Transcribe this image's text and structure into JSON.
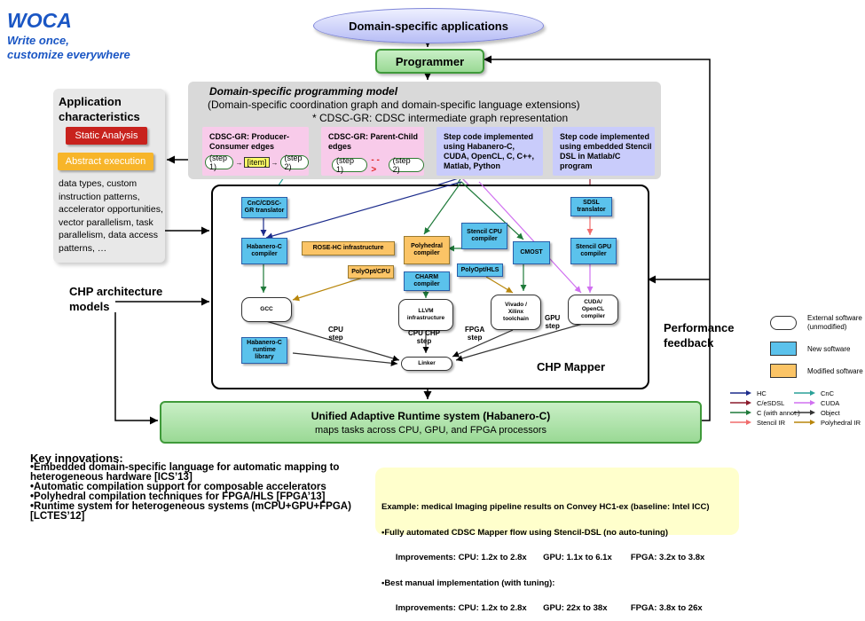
{
  "header": {
    "title": "WOCA",
    "subtitle_line1": "Write once,",
    "subtitle_line2": "customize everywhere"
  },
  "top": {
    "domain_apps": "Domain-specific applications",
    "programmer": "Programmer"
  },
  "programming_model": {
    "title": "Domain-specific programming model",
    "subtitle": "(Domain-specific coordination graph and domain-specific language extensions)",
    "note": "* CDSC-GR: CDSC intermediate graph representation",
    "boxes": [
      {
        "title_l1": "CDSC-GR: Producer-",
        "title_l2": "Consumer edges",
        "step1": "(step 1)",
        "item": "[item]",
        "step2": "(step 2)"
      },
      {
        "title_l1": "CDSC-GR: Parent-Child",
        "title_l2": "edges",
        "step1": "(step 1)",
        "step2": "(step 2)"
      },
      {
        "l1": "Step code implemented",
        "l2": "using Habanero-C,",
        "l3": "CUDA, OpenCL, C, C++,",
        "l4": "Matlab, Python"
      },
      {
        "l1": "Step code implemented",
        "l2": "using embedded Stencil",
        "l3": "DSL in Matlab/C program"
      }
    ]
  },
  "app_characteristics": {
    "title_l1": "Application",
    "title_l2": "characteristics",
    "static_analysis": "Static Analysis",
    "abstract_execution": "Abstract execution",
    "lines": [
      "data types, custom",
      "instruction patterns,",
      "accelerator opportunities,",
      "vector parallelism, task",
      "parallelism, data access",
      "patterns, …"
    ]
  },
  "mapper": {
    "title": "CHP Mapper",
    "cnc_translator_l1": "CnC/CDSC-",
    "cnc_translator_l2": "GR translator",
    "hc_compiler_l1": "Habanero-C",
    "hc_compiler_l2": "compiler",
    "rose": "ROSE-HC infrastructure",
    "polyhedral_l1": "Polyhedral",
    "polyhedral_l2": "compiler",
    "stencil_cpu_l1": "Stencil CPU",
    "stencil_cpu_l2": "compiler",
    "sdsl_l1": "SDSL",
    "sdsl_l2": "translator",
    "stencil_gpu_l1": "Stencil GPU",
    "stencil_gpu_l2": "compiler",
    "cmost": "CMOST",
    "polyopt_cpu": "PolyOpt/CPU",
    "polyopt_hls": "PolyOpt/HLS",
    "charm_l1": "CHARM",
    "charm_l2": "compiler",
    "gcc": "GCC",
    "llvm_l1": "LLVM",
    "llvm_l2": "infrastructure",
    "vivado_l1": "Vivado /",
    "vivado_l2": "Xilinx",
    "vivado_l3": "toolchain",
    "cuda_l1": "CUDA/",
    "cuda_l2": "OpenCL",
    "cuda_l3": "compiler",
    "hc_runtime_l1": "Habanero-C",
    "hc_runtime_l2": "runtime",
    "hc_runtime_l3": "library",
    "linker": "Linker",
    "cpu_step_l1": "CPU",
    "cpu_step_l2": "step",
    "cpuchp_l1": "CPU CHP",
    "cpuchp_l2": "step",
    "fpga_l1": "FPGA",
    "fpga_l2": "step",
    "gpu_l1": "GPU",
    "gpu_l2": "step"
  },
  "side": {
    "chp_arch_l1": "CHP architecture",
    "chp_arch_l2": "models",
    "perf_l1": "Performance",
    "perf_l2": "feedback"
  },
  "runtime": {
    "title": "Unified Adaptive Runtime system (Habanero-C)",
    "subtitle": "maps tasks across CPU, GPU, and FPGA processors"
  },
  "legend": {
    "external_l1": "External software",
    "external_l2": "(unmodified)",
    "new": "New software",
    "modified": "Modified software",
    "arrows": [
      {
        "label": "HC",
        "color": "#1c2c8c"
      },
      {
        "label": "C/eSDSL",
        "color": "#8b1a2b"
      },
      {
        "label": "C (with annot.)",
        "color": "#1f7a3a"
      },
      {
        "label": "Stencil IR",
        "color": "#f06b6b"
      },
      {
        "label": "CnC",
        "color": "#2aa198"
      },
      {
        "label": "CUDA",
        "color": "#d070f0"
      },
      {
        "label": "Object",
        "color": "#333333"
      },
      {
        "label": "Polyhedral IR",
        "color": "#b8860b"
      }
    ]
  },
  "key_innovations": {
    "heading": "Key innovations:",
    "lines": [
      "•Embedded domain-specific language for automatic mapping to",
      "heterogeneous hardware [ICS’13]",
      "•Automatic compilation support for composable accelerators",
      "•Polyhedral compilation techniques for FPGA/HLS [FPGA’13]",
      "•Runtime system for heterogeneous systems (mCPU+GPU+FPGA)",
      "[LCTES’12]"
    ]
  },
  "example": {
    "lines": [
      "Example: medical Imaging pipeline results on Convey HC1-ex (baseline: Intel ICC)",
      "•Fully automated CDSC Mapper flow using Stencil-DSL (no auto-tuning)",
      "      Improvements: CPU: 1.2x to 2.8x       GPU: 1.1x to 6.1x        FPGA: 3.2x to 3.8x",
      "•Best manual implementation (with tuning):",
      "      Improvements: CPU: 1.2x to 2.8x       GPU: 22x to 38x          FPGA: 3.8x to 26x"
    ]
  }
}
